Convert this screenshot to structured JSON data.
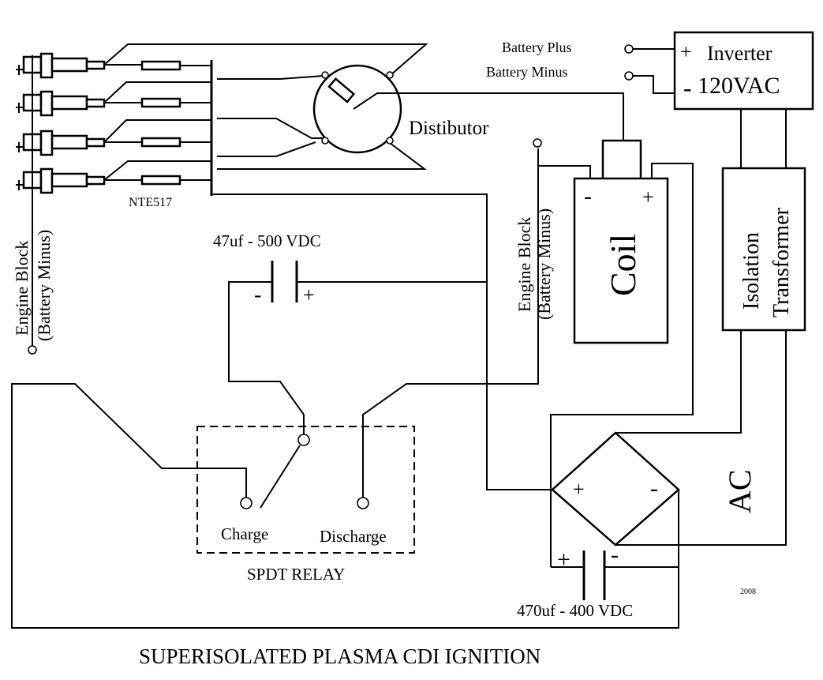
{
  "title": "SUPERISOLATED PLASMA CDI   IGNITION",
  "labels": {
    "battery_plus": "Battery Plus",
    "battery_minus": "Battery Minus",
    "inverter_line1": "Inverter",
    "inverter_line2": "120VAC",
    "inverter_plus": "+",
    "inverter_minus": "-",
    "distributor": "Distibutor",
    "nte517": "NTE517",
    "engine_block_left_1": "Engine Block",
    "engine_block_left_2": "(Battery Minus)",
    "engine_block_mid_1": "Engine Block",
    "engine_block_mid_2": "(Battery Minus)",
    "coil": "Coil",
    "coil_plus": "+",
    "coil_minus": "-",
    "isolation_1": "Isolation",
    "isolation_2": "Transformer",
    "cap_top": "47uf - 500 VDC",
    "cap_top_minus": "-",
    "cap_top_plus": "+",
    "cap_bottom": "470uf - 400 VDC",
    "cap_bottom_plus": "+",
    "cap_bottom_minus": "-",
    "bridge_plus": "+",
    "bridge_minus": "-",
    "ac": "AC",
    "charge": "Charge",
    "discharge": "Discharge",
    "relay": "SPDT RELAY",
    "credit": "2008"
  }
}
